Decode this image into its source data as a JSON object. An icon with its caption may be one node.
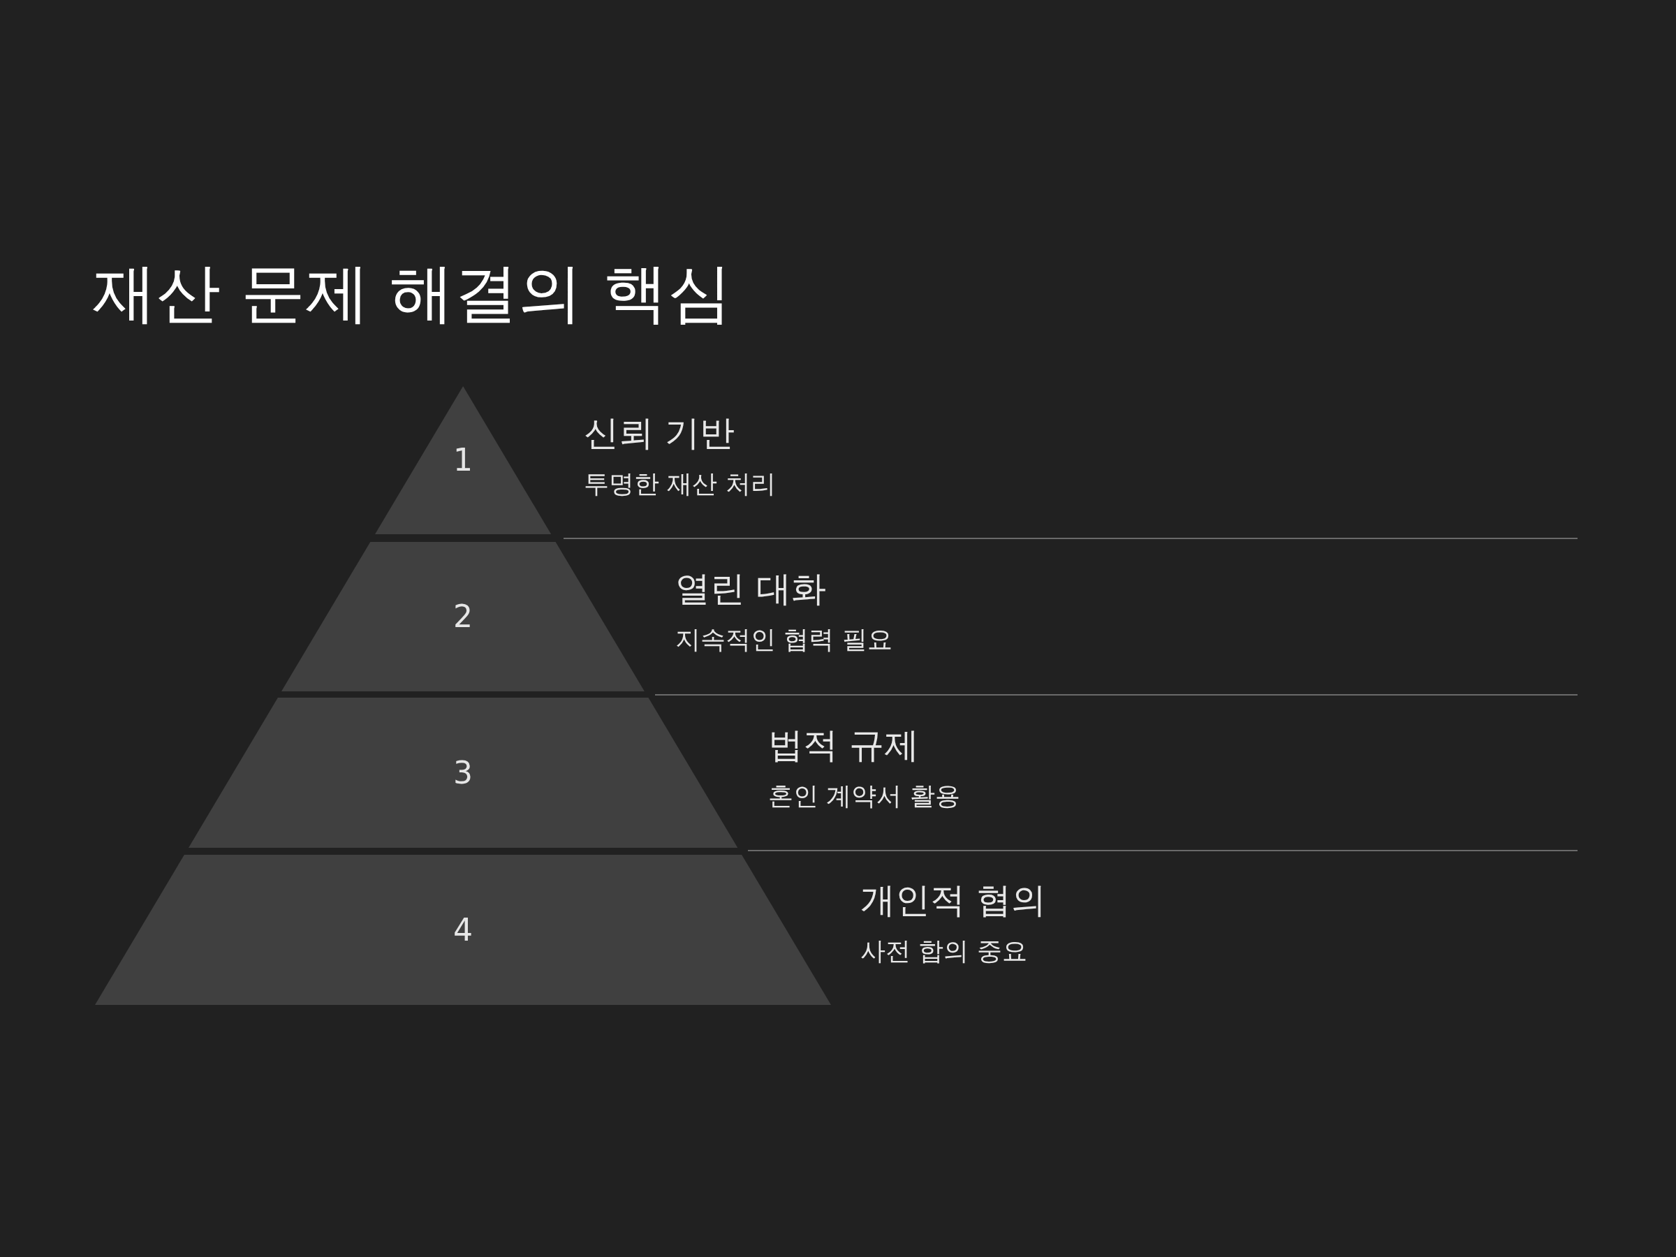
{
  "diagram": {
    "title": "재산 문제 해결의 핵심",
    "nodes": [
      {
        "text": [
          "1"
        ],
        "beside": [
          "신뢰 기반",
          "투명한 재산 처리"
        ]
      },
      {
        "text": [
          "2"
        ],
        "beside": [
          "열린 대화",
          "지속적인 협력 필요"
        ]
      },
      {
        "text": [
          "3"
        ],
        "beside": [
          "법적 규제",
          "혼인 계약서 활용"
        ]
      },
      {
        "text": [
          "4"
        ],
        "beside": [
          "개인적 협의",
          "사전 합의 중요"
        ]
      }
    ]
  }
}
